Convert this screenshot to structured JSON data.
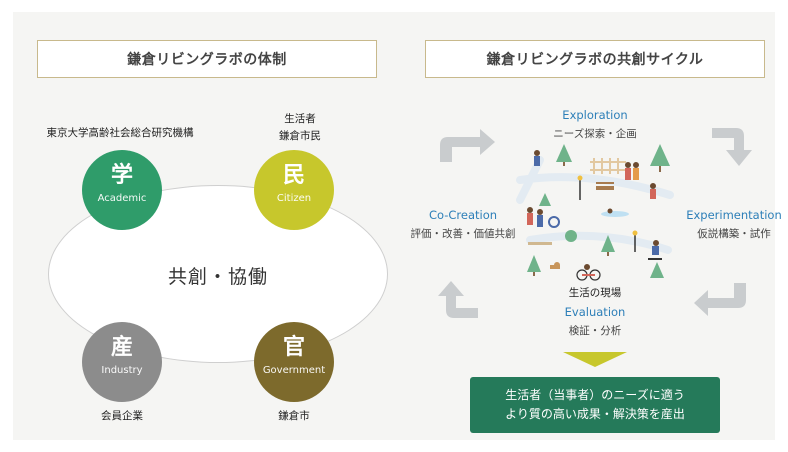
{
  "left": {
    "header": "鎌倉リビングラボの体制",
    "center": "共創・協働",
    "nodes": {
      "academic": {
        "kanji": "学",
        "english": "Academic",
        "caption": "東京大学高齢社会総合研究機構",
        "color": "#2f9c6a"
      },
      "citizen": {
        "kanji": "民",
        "english": "Citizen",
        "caption_line1": "生活者",
        "caption_line2": "鎌倉市民",
        "color": "#c7c72c"
      },
      "industry": {
        "kanji": "産",
        "english": "Industry",
        "caption": "会員企業",
        "color": "#8c8c8c"
      },
      "government": {
        "kanji": "官",
        "english": "Government",
        "caption": "鎌倉市",
        "color": "#7d6a2c"
      }
    }
  },
  "right": {
    "header": "鎌倉リビングラボの共創サイクル",
    "exploration": {
      "title": "Exploration",
      "sub": "ニーズ探索・企画"
    },
    "experimentation": {
      "title": "Experimentation",
      "sub": "仮説構築・試作"
    },
    "evaluation": {
      "title": "Evaluation",
      "sub": "検証・分析"
    },
    "cocreation": {
      "title": "Co-Creation",
      "sub": "評価・改善・価値共創"
    },
    "center_label": "生活の現場",
    "result_line1": "生活者（当事者）のニーズに適う",
    "result_line2": "より質の高い成果・解決策を産出"
  }
}
